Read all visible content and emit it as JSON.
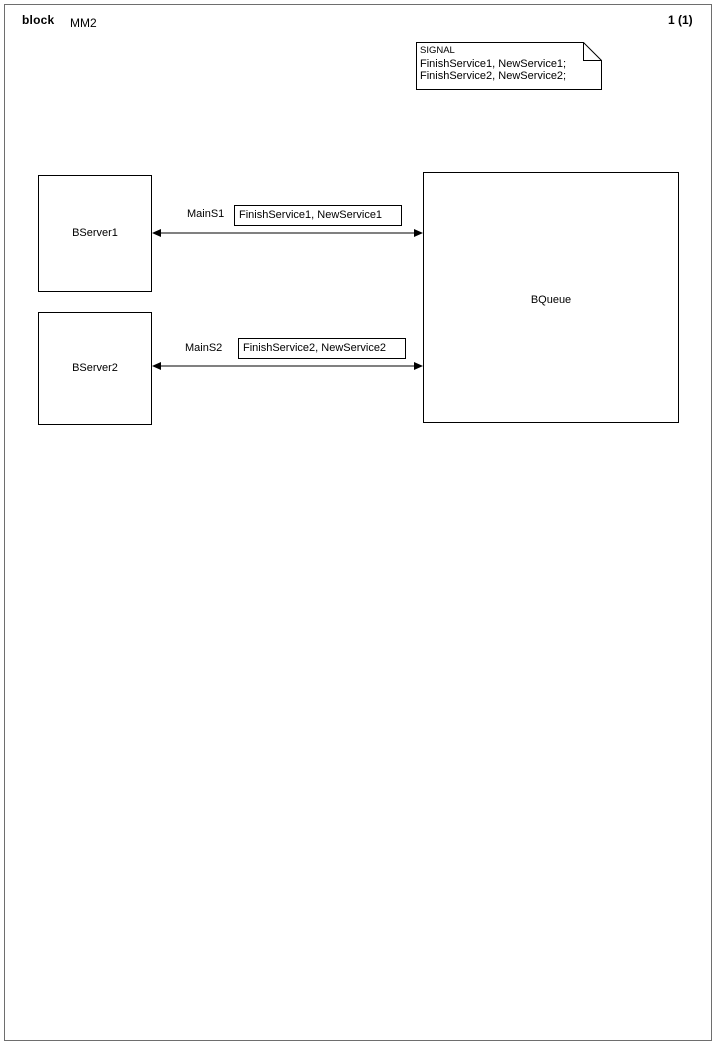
{
  "header": {
    "kind_label": "block",
    "diagram_name": "MM2",
    "page_indicator": "1 (1)"
  },
  "signal_note": {
    "title": "SIGNAL",
    "line1": "FinishService1, NewService1;",
    "line2": "FinishService2, NewService2;"
  },
  "blocks": [
    {
      "name": "BServer1"
    },
    {
      "name": "BServer2"
    },
    {
      "name": "BQueue"
    }
  ],
  "channels": [
    {
      "name": "MainS1",
      "signal_list": "FinishService1, NewService1",
      "direction": "bidirectional"
    },
    {
      "name": "MainS2",
      "signal_list": "FinishService2, NewService2",
      "direction": "bidirectional"
    }
  ],
  "colors": {
    "page_border": "#6e6e6e",
    "line": "#000000",
    "text": "#000000",
    "background": "#ffffff"
  }
}
